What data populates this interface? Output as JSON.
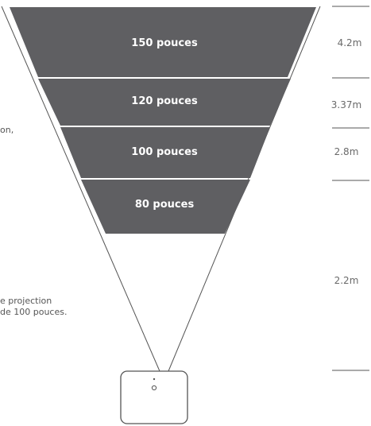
{
  "screens": [
    {
      "label": "150 pouces",
      "size_inches": 150
    },
    {
      "label": "120 pouces",
      "size_inches": 120
    },
    {
      "label": "100 pouces",
      "size_inches": 100
    },
    {
      "label": "80 pouces",
      "size_inches": 80
    }
  ],
  "distances": [
    "4.2m",
    "3.37m",
    "2.8m",
    "2.2m"
  ],
  "left_text": {
    "fragment_1": "on,",
    "fragment_2_line1": "e projection",
    "fragment_2_line2": "de 100 pouces."
  },
  "colors": {
    "band_fill": "#5f5f62",
    "band_text": "#ffffff",
    "beam_line": "#555555",
    "dim_line": "#555555",
    "dim_text": "#6a6a6a",
    "projector_outline": "#555555"
  },
  "projector": {
    "icon": "projector-icon"
  }
}
